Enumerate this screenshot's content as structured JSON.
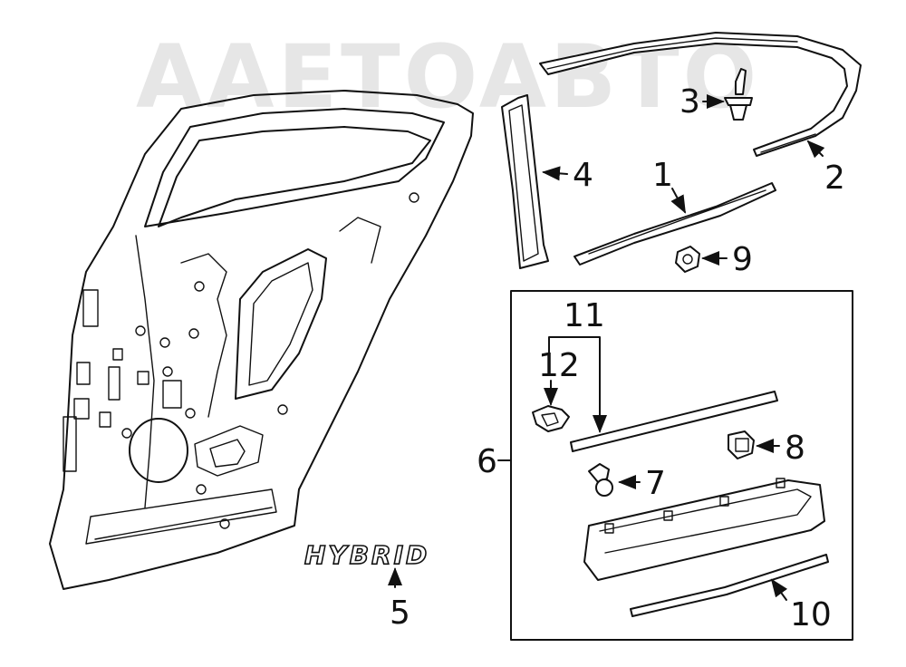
{
  "watermark": {
    "text": "AAETOABTO"
  },
  "badge": {
    "text": "HYBRID"
  },
  "callouts": {
    "c1": "1",
    "c2": "2",
    "c3": "3",
    "c4": "4",
    "c5": "5",
    "c6": "6",
    "c7": "7",
    "c8": "8",
    "c9": "9",
    "c10": "10",
    "c11": "11",
    "c12": "12"
  }
}
